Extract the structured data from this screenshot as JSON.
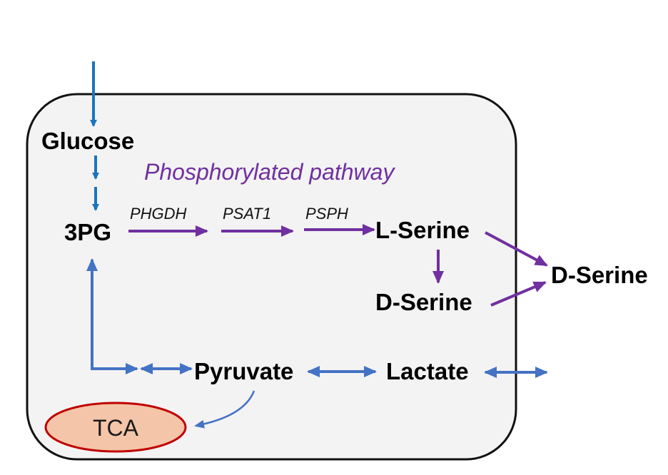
{
  "colors": {
    "cell_fill": "#f3f3f3",
    "cell_border": "#111111",
    "glucose_arrow": "#1b75bc",
    "serine_pathway": "#7030a0",
    "exchange_arrow": "#4472c4",
    "tca_fill": "#f4c5a8",
    "tca_border": "#c00000"
  },
  "metabolites": {
    "glucose": "Glucose",
    "three_pg": "3PG",
    "l_serine": "L-Serine",
    "d_serine_intracellular": "D-Serine",
    "d_serine_extracellular": "D-Serine",
    "pyruvate": "Pyruvate",
    "lactate": "Lactate",
    "tca": "TCA"
  },
  "enzymes": {
    "phgdh": "PHGDH",
    "psat1": "PSAT1",
    "psph": "PSPH"
  },
  "pathway_label": "Phosphorylated pathway",
  "icons": [
    "arrow-head",
    "double-arrow-head"
  ]
}
